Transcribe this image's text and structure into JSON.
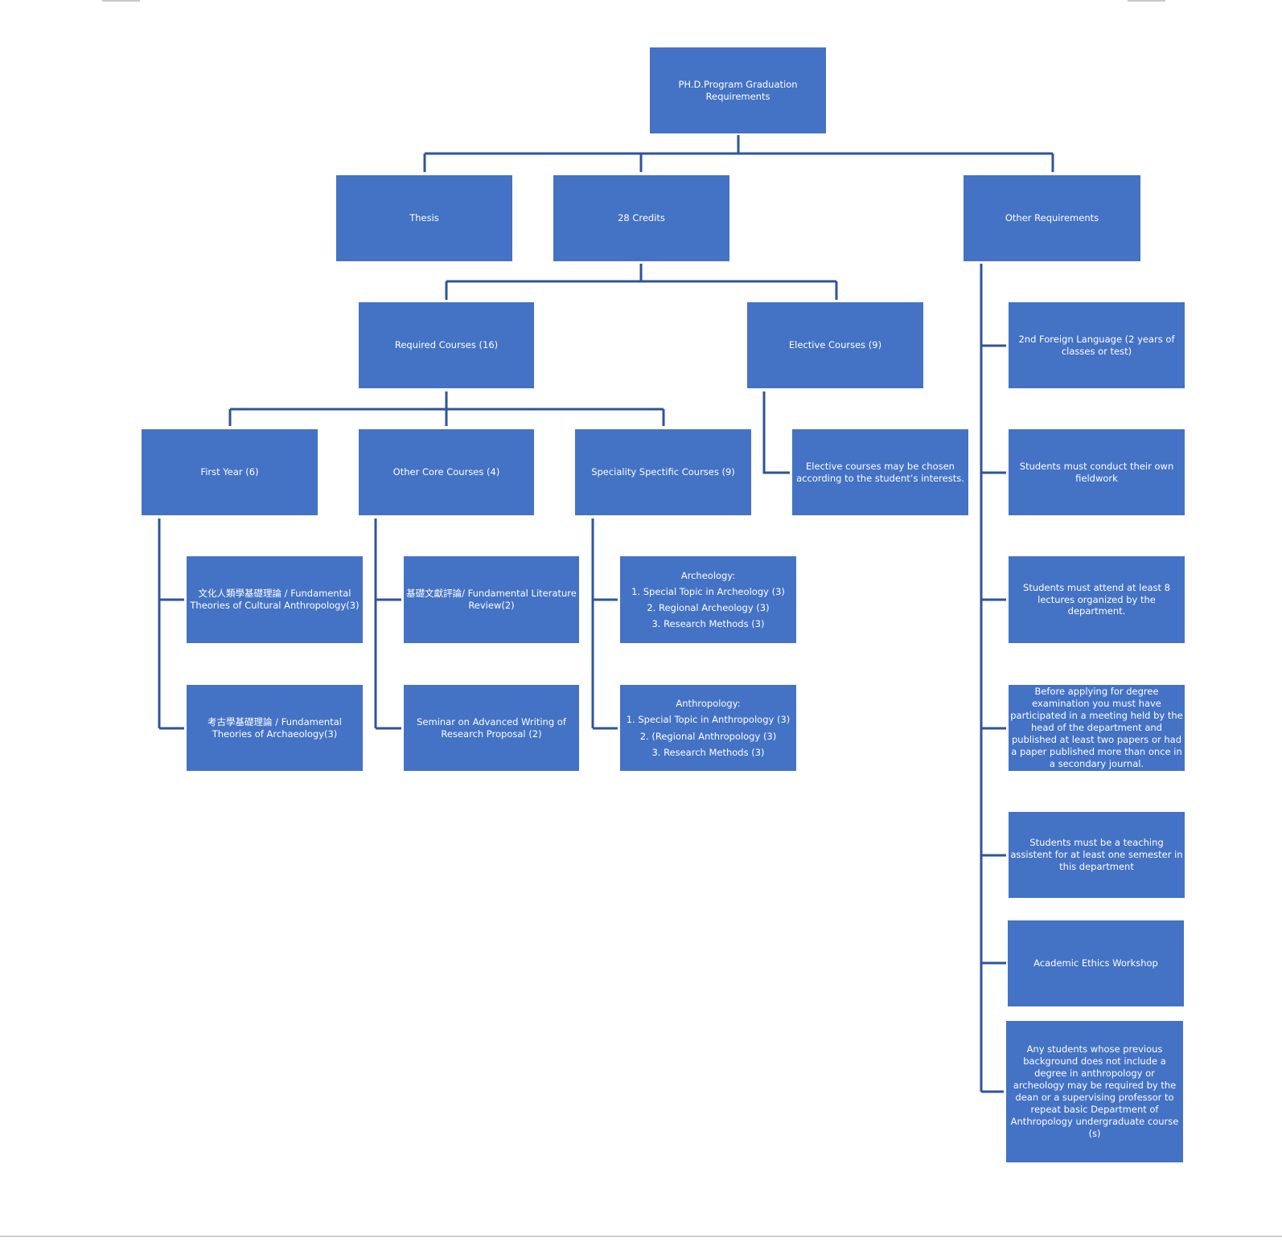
{
  "diagram": {
    "colors": {
      "node_fill": "#4472C4",
      "node_text": "#FFFFFF",
      "connector": "#2F5597"
    },
    "nodes": {
      "root": {
        "label": "PH.D.Program Graduation Requirements"
      },
      "thesis": {
        "label": "Thesis"
      },
      "credits": {
        "label": "28 Credits"
      },
      "other_req": {
        "label": "Other Requirements"
      },
      "required": {
        "label": "Required Courses (16)"
      },
      "elective": {
        "label": "Elective Courses (9)"
      },
      "elective_note": {
        "label": "Elective courses may be chosen according to the student’s interests."
      },
      "first_year": {
        "label": "First Year (6)"
      },
      "other_core": {
        "label": "Other Core Courses (4)"
      },
      "speciality": {
        "label": "Speciality Spectific Courses (9)"
      },
      "fy_cultural": {
        "label": "文化人類學基礎理論 / Fundamental Theories of Cultural Anthropology(3)"
      },
      "fy_archaeology": {
        "label": "考古學基礎理論 / Fundamental Theories of Archaeology(3)"
      },
      "oc_literature": {
        "label": "基礎文獻評論/ Fundamental Literature Review(2)"
      },
      "oc_seminar": {
        "label": "Seminar on Advanced Writing of Research Proposal (2)"
      },
      "sp_archeology": {
        "label": "Archeology:\n1. Special Topic in Archeology (3)\n2. Regional Archeology (3)\n3. Research Methods (3)"
      },
      "sp_anthropology": {
        "label": "Anthropology:\n1. Special Topic in Anthropology (3)\n2. (Regional Anthropology (3)\n3. Research Methods (3)"
      },
      "or_language": {
        "label": "2nd Foreign Language (2 years of classes or test)"
      },
      "or_fieldwork": {
        "label": "Students must conduct their own fieldwork"
      },
      "or_lectures": {
        "label": "Students must attend at least 8 lectures organized by the department."
      },
      "or_exam": {
        "label": "Before applying for degree examination you must have participated in a meeting held by the head of the department and published at least two papers or had a paper published more than once in a secondary journal."
      },
      "or_ta": {
        "label": "Students must be a teaching assistent for at least one semester in this department"
      },
      "or_ethics": {
        "label": "Academic Ethics Workshop"
      },
      "or_background": {
        "label": "Any students whose previous background does not include a degree in anthropology or archeology may be required by the dean or a supervising professor to repeat basic Department of Anthropology undergraduate course (s)"
      }
    }
  }
}
